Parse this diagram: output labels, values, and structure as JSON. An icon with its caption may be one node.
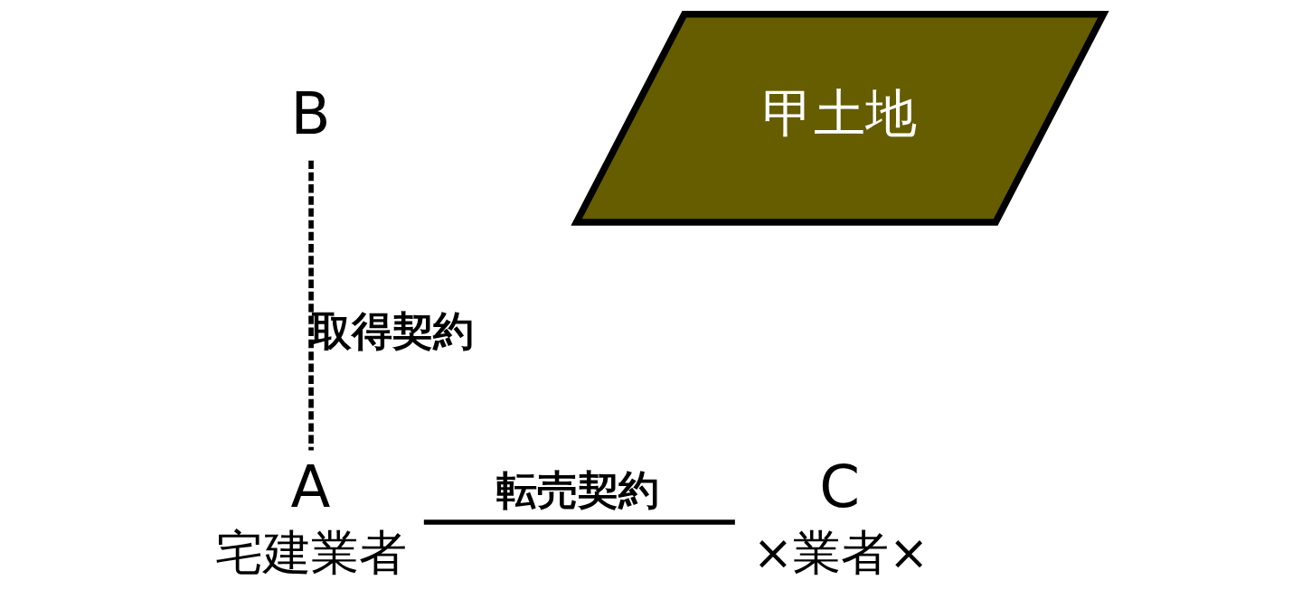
{
  "diagram": {
    "nodes": [
      {
        "text": [
          "B"
        ]
      },
      {
        "text": [
          "甲土地"
        ]
      },
      {
        "text": [
          "A"
        ],
        "beside": [
          "宅建業者"
        ]
      },
      {
        "text": [
          "C"
        ],
        "beside": [
          "×業者×"
        ]
      }
    ],
    "edges": [
      {
        "from": 0,
        "to": 2,
        "arrow": "none",
        "label": "取得契約",
        "style": "dashed"
      },
      {
        "from": 2,
        "to": 3,
        "arrow": "none",
        "label": "転売契約"
      }
    ]
  }
}
